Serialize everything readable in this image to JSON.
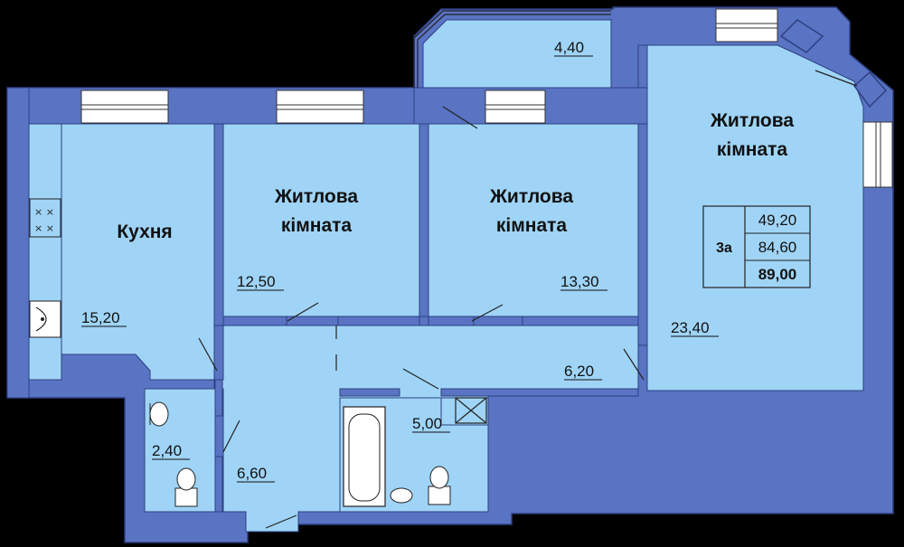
{
  "rooms": {
    "kitchen": {
      "name": "Кухня",
      "area": "15,20"
    },
    "room1": {
      "name_line1": "Житлова",
      "name_line2": "кімната",
      "area": "12,50"
    },
    "room2": {
      "name_line1": "Житлова",
      "name_line2": "кімната",
      "area": "13,30"
    },
    "room3": {
      "name_line1": "Житлова",
      "name_line2": "кімната",
      "area": "23,40"
    },
    "balcony": {
      "area": "4,40"
    },
    "corridor_right": {
      "area": "6,20"
    },
    "hall": {
      "area": "6,60"
    },
    "wc": {
      "area": "2,40"
    },
    "bathroom": {
      "area": "5,00"
    }
  },
  "summary": {
    "type": "3а",
    "living_area": "49,20",
    "total_area": "84,60",
    "total_with_balcony": "89,00"
  },
  "colors": {
    "background": "#000000",
    "wall": "#5a74c4",
    "floor": "#9fd4f6",
    "window": "#ffffff"
  }
}
